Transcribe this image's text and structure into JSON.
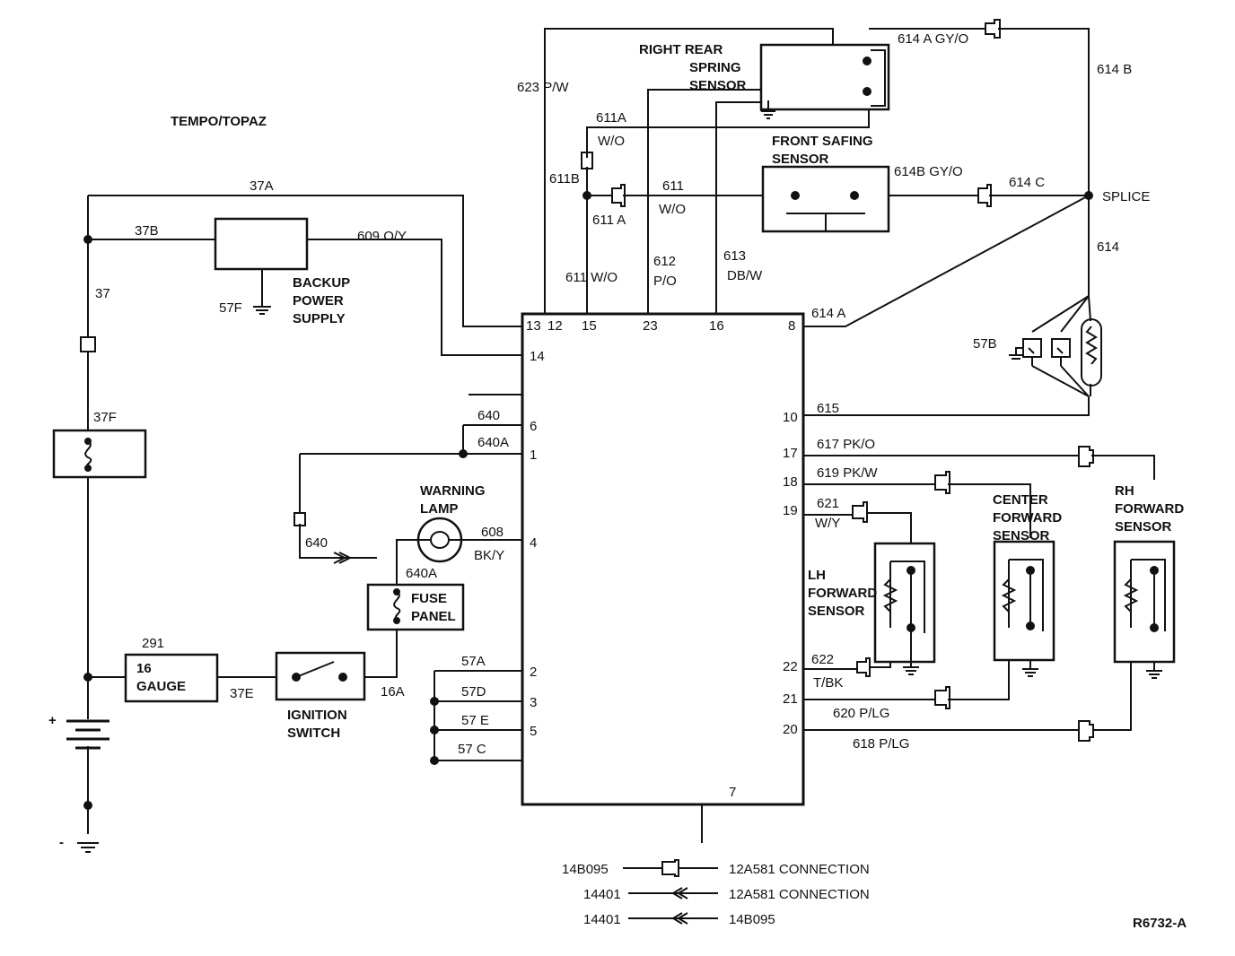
{
  "title": "TEMPO/TOPAZ",
  "figure_id": "R6732-A",
  "components": {
    "right_rear_sensor": [
      "RIGHT REAR",
      "SPRING",
      "SENSOR"
    ],
    "front_safing_sensor": [
      "FRONT SAFING",
      "SENSOR"
    ],
    "backup_power_supply": [
      "BACKUP",
      "POWER",
      "SUPPLY"
    ],
    "warning_lamp": [
      "WARNING",
      "LAMP"
    ],
    "fuse_panel": [
      "FUSE",
      "PANEL"
    ],
    "gauge": [
      "16",
      "GAUGE"
    ],
    "ignition_switch": [
      "IGNITION",
      "SWITCH"
    ],
    "lh_forward_sensor": [
      "LH",
      "FORWARD",
      "SENSOR"
    ],
    "center_forward_sensor": [
      "CENTER",
      "FORWARD",
      "SENSOR"
    ],
    "rh_forward_sensor": [
      "RH",
      "FORWARD",
      "SENSOR"
    ],
    "splice": "SPLICE"
  },
  "pins": {
    "p13": "13",
    "p12": "12",
    "p15": "15",
    "p23": "23",
    "p16": "16",
    "p8": "8",
    "p14": "14",
    "p6": "6",
    "p1": "1",
    "p4": "4",
    "p2": "2",
    "p3": "3",
    "p5": "5",
    "p7": "7",
    "p10": "10",
    "p17": "17",
    "p18": "18",
    "p19": "19",
    "p22": "22",
    "p21": "21",
    "p20": "20"
  },
  "wires": {
    "w614a_gyo": "614 A GY/O",
    "w614b": "614 B",
    "w623": "623 P/W",
    "w611a_top": "611A",
    "w611a_top_color": "W/O",
    "w611b": "611B",
    "w611a": "611 A",
    "w611": "611",
    "w611_color": "W/O",
    "w614b_gyo": "614B GY/O",
    "w614c": "614 C",
    "w614": "614",
    "w612": "612",
    "w612_color": "P/O",
    "w613": "613",
    "w613_color": "DB/W",
    "w611_wo": "611  W/O",
    "w37a": "37A",
    "w37b": "37B",
    "w609": "609 O/Y",
    "w37": "37",
    "w57f": "57F",
    "w37f": "37F",
    "w640_top": "640",
    "w640a_top": "640A",
    "w640": "640",
    "w608": "608",
    "w608_color": "BK/Y",
    "w640a": "640A",
    "w291": "291",
    "w37e": "37E",
    "w16a": "16A",
    "w57a": "57A",
    "w57d": "57D",
    "w57e": "57 E",
    "w57c": "57 C",
    "w614a_right": "614 A",
    "w57b": "57B",
    "w615": "615",
    "w617": "617  PK/O",
    "w619": "619  PK/W",
    "w621": "621",
    "w621_color": "W/Y",
    "w622": "622",
    "w622_color": "T/BK",
    "w620": "620      P/LG",
    "w618": "618  P/LG",
    "plus": "+",
    "minus": "-"
  },
  "legend": [
    {
      "left": "14B095",
      "right": "12A581 CONNECTION"
    },
    {
      "left": "14401",
      "right": "12A581 CONNECTION"
    },
    {
      "left": "14401",
      "right": "14B095"
    }
  ]
}
